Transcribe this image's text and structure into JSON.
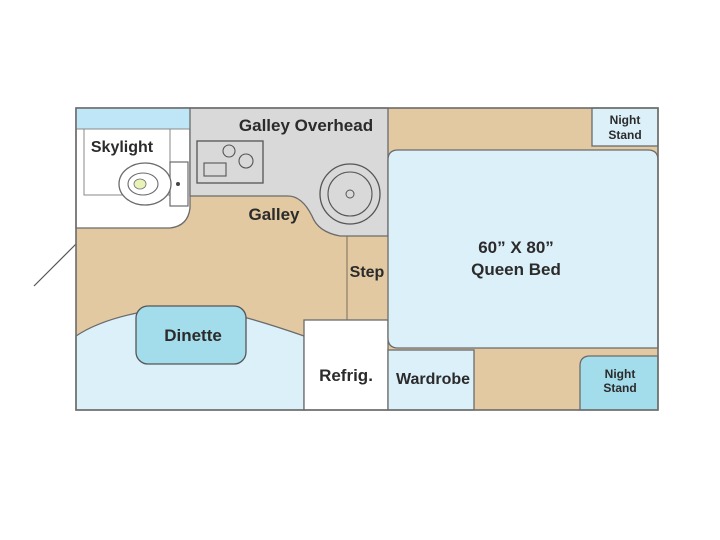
{
  "floorplan": {
    "colors": {
      "floor": "#e2c9a2",
      "bed_blue": "#dcf0fa",
      "dinette_blue": "#a3dceb",
      "galley_gray": "#d9d9d9",
      "white": "#ffffff",
      "outline": "#6b6b6b"
    },
    "labels": {
      "skylight": "Skylight",
      "galley_overhead": "Galley Overhead",
      "galley": "Galley",
      "step": "Step",
      "bed_size": "60” X 80”",
      "bed_name": "Queen Bed",
      "dinette": "Dinette",
      "refrigerator": "Refrig.",
      "wardrobe": "Wardrobe",
      "night_stand_top_line1": "Night",
      "night_stand_top_line2": "Stand",
      "night_stand_bottom_line1": "Night",
      "night_stand_bottom_line2": "Stand"
    }
  }
}
